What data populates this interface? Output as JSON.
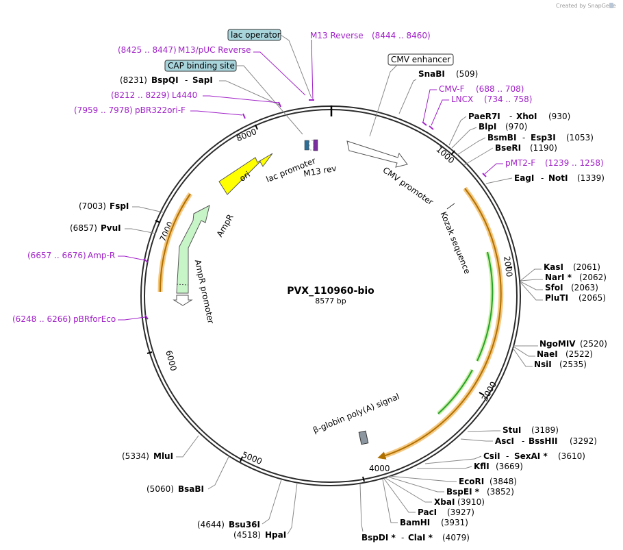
{
  "credit": "Created by SnapGene",
  "plasmid": {
    "name": "PVX_110960-bio",
    "size_label": "8577 bp"
  },
  "ticks": [
    "1000",
    "2000",
    "3000",
    "4000",
    "5000",
    "6000",
    "7000",
    "8000"
  ],
  "boxed_labels": {
    "lac_operator": "lac operator",
    "cap_binding": "CAP binding site",
    "cmv_enhancer": "CMV enhancer"
  },
  "features": {
    "lac_promoter": "lac promoter",
    "m13_rev": "M13 rev",
    "ori": "ori",
    "ampr": "AmpR",
    "ampr_promoter": "AmpR promoter",
    "cmv_promoter": "CMV promoter",
    "kozak": "Kozak sequence",
    "beta_globin": "β-globin poly(A) signal"
  },
  "primers": {
    "m13_reverse": {
      "name": "M13 Reverse",
      "range": "(8444 .. 8460)"
    },
    "m13_puc_reverse": {
      "range": "(8425 .. 8447)",
      "name": "M13/pUC Reverse"
    },
    "l4440": {
      "range": "(8212 .. 8229)",
      "name": "L4440"
    },
    "pbr322ori": {
      "range": "(7959 .. 7978)",
      "name": "pBR322ori-F"
    },
    "cmv_f": {
      "name": "CMV-F",
      "range": "(688 .. 708)"
    },
    "lncx": {
      "name": "LNCX",
      "range": "(734 .. 758)"
    },
    "pmt2_f": {
      "name": "pMT2-F",
      "range": "(1239 .. 1258)"
    },
    "amp_r": {
      "range": "(6657 .. 6676)",
      "name": "Amp-R"
    },
    "pbrforeco": {
      "range": "(6248 .. 6266)",
      "name": "pBRforEco"
    }
  },
  "sites": {
    "bspqi_sapi": {
      "pos": "(8231)",
      "a": "BspQI",
      "sep": "-",
      "b": "SapI"
    },
    "snabi": {
      "a": "SnaBI",
      "pos": "(509)"
    },
    "paer7i_xhoi": {
      "a": "PaeR7I",
      "sep": "-",
      "b": "XhoI",
      "pos": "(930)"
    },
    "blpi": {
      "a": "BlpI",
      "pos": "(970)"
    },
    "bsmbi_esp3i": {
      "a": "BsmBI",
      "sep": "-",
      "b": "Esp3I",
      "pos": "(1053)"
    },
    "bseri": {
      "a": "BseRI",
      "pos": "(1190)"
    },
    "eagi_noti": {
      "a": "EagI",
      "sep": "-",
      "b": "NotI",
      "pos": "(1339)"
    },
    "kasi": {
      "a": "KasI",
      "pos": "(2061)"
    },
    "nari": {
      "a": "NarI *",
      "pos": "(2062)"
    },
    "sfoi": {
      "a": "SfoI",
      "pos": "(2063)"
    },
    "pluti": {
      "a": "PluTI",
      "pos": "(2065)"
    },
    "ngomiv": {
      "a": "NgoMIV",
      "pos": "(2520)"
    },
    "naei": {
      "a": "NaeI",
      "pos": "(2522)"
    },
    "nsii": {
      "a": "NsiI",
      "pos": "(2535)"
    },
    "stui": {
      "a": "StuI",
      "pos": "(3189)"
    },
    "asci_bsshii": {
      "a": "AscI",
      "sep": "-",
      "b": "BssHII",
      "pos": "(3292)"
    },
    "csii_sexai": {
      "a": "CsiI",
      "sep": "-",
      "b": "SexAI *",
      "pos": "(3610)"
    },
    "kfli": {
      "a": "KflI",
      "pos": "(3669)"
    },
    "ecori": {
      "a": "EcoRI",
      "pos": "(3848)"
    },
    "bspei": {
      "a": "BspEI *",
      "pos": "(3852)"
    },
    "xbai": {
      "a": "XbaI",
      "pos": "(3910)"
    },
    "paci": {
      "a": "PacI",
      "pos": "(3927)"
    },
    "bamhi": {
      "a": "BamHI",
      "pos": "(3931)"
    },
    "bspdi_clai": {
      "a": "BspDI *",
      "sep": "-",
      "b": "ClaI *",
      "pos": "(4079)"
    },
    "fspi": {
      "pos": "(7003)",
      "a": "FspI"
    },
    "pvui": {
      "pos": "(6857)",
      "a": "PvuI"
    },
    "mlui": {
      "pos": "(5334)",
      "a": "MluI"
    },
    "bsabi": {
      "pos": "(5060)",
      "a": "BsaBI"
    },
    "bsu36i": {
      "pos": "(4644)",
      "a": "Bsu36I"
    },
    "hpai": {
      "pos": "(4518)",
      "a": "HpaI"
    }
  },
  "colors": {
    "backbone": "#2b2b2b",
    "primer": "#a020c8",
    "ori": "#ffff00",
    "ampr": "#c8f5c8",
    "orf_outer": "#f5c880",
    "orf_inner": "#b07000",
    "green_inner": "#2aa02a",
    "label_box": "#a8d4dc"
  }
}
